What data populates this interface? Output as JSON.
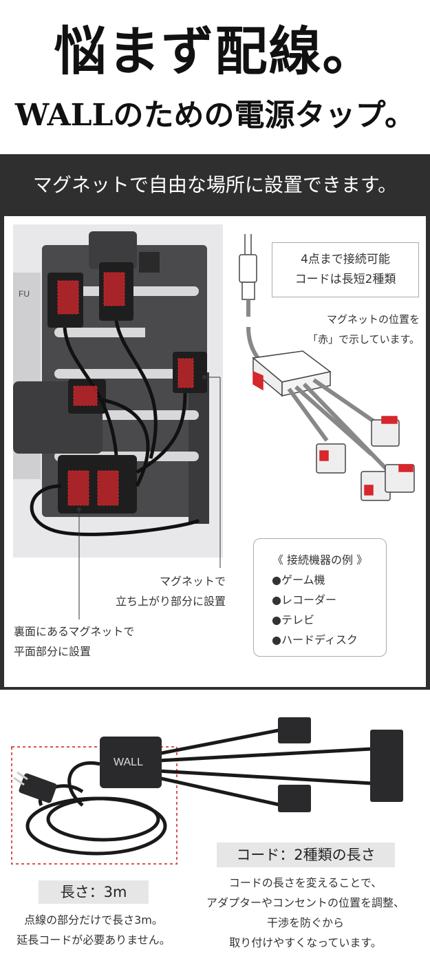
{
  "header": {
    "title_line1": "悩まず配線。",
    "title_line2": "WALLのための電源タップ。"
  },
  "panel": {
    "heading": "マグネットで自由な場所に設置できます。",
    "photo_brand_fragment": "FU",
    "spec_box": [
      "4点まで接続可能",
      "コードは長短2種類"
    ],
    "diagram_note": [
      "マグネットの位置を",
      "「赤」で示しています。"
    ],
    "callout_upright": [
      "マグネットで",
      "立ち上がり部分に設置"
    ],
    "callout_back": [
      "裏面にあるマグネットで",
      "平面部分に設置"
    ],
    "examples": {
      "heading": "《 接続機器の例 》",
      "items": [
        "●ゲーム機",
        "●レコーダー",
        "●テレビ",
        "●ハードディスク"
      ]
    }
  },
  "product": {
    "logo": "WALL",
    "length_label": "長さ：3m",
    "length_caption": [
      "点線の部分だけで長さ3m。",
      "延長コードが必要ありません。"
    ],
    "cord_label": "コード：2種類の長さ",
    "cord_caption": [
      "コードの長さを変えることで、",
      "アダプターやコンセントの位置を調整、",
      "干渉を防ぐから",
      "取り付けやすくなっています。"
    ]
  },
  "colors": {
    "magnet_red": "#d6272d",
    "panel_dark": "#2f2f2f",
    "pill_gray": "#e6e6e6"
  }
}
